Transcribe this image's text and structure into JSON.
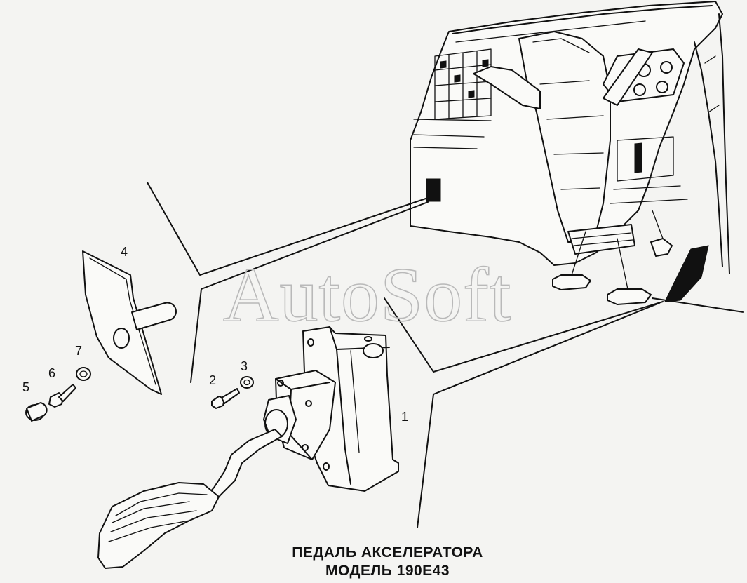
{
  "watermark": "AutoSoft",
  "callouts": {
    "c1": "1",
    "c2": "2",
    "c3": "3",
    "c4": "4",
    "c5": "5",
    "c6": "6",
    "c7": "7"
  },
  "caption": {
    "line1": "ПЕДАЛЬ АКСЕЛЕРАТОРА",
    "line2": "МОДЕЛЬ 190Е43"
  }
}
